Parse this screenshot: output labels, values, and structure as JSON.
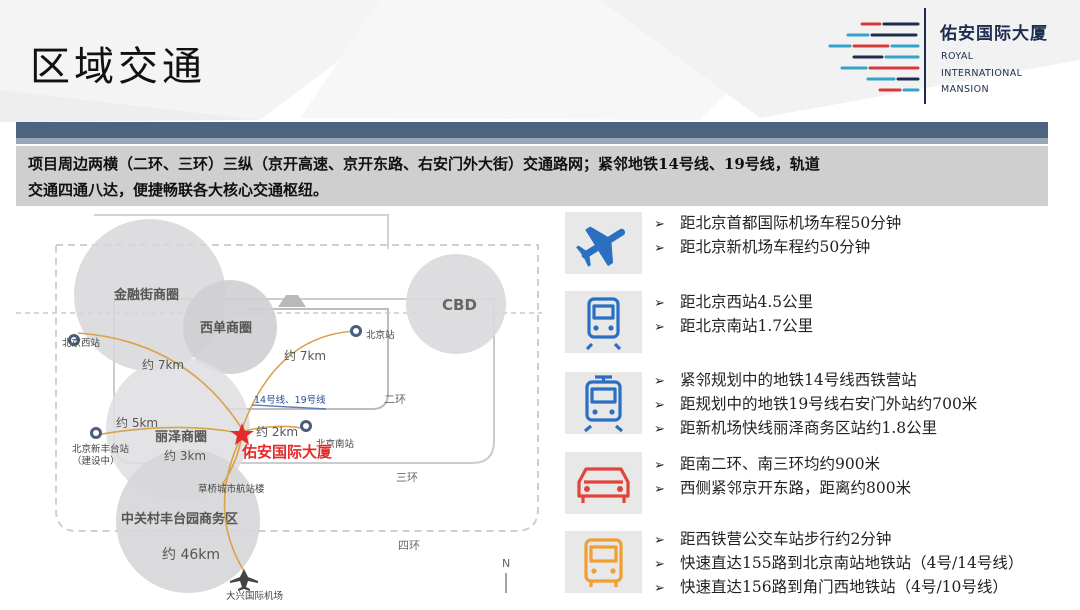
{
  "slide": {
    "title": "区域交通",
    "intro_lines": [
      "项目周边两横（二环、三环）三纵（京开高速、京开东路、右安门外大街）交通路网；紧邻地铁14号线、19号线，轨道",
      "交通四通八达，便捷畅联各大核心交通枢纽。"
    ]
  },
  "logo": {
    "name": "佑安国际大厦",
    "en_lines": [
      "ROYAL",
      "INTERNATIONAL",
      "MANSION"
    ]
  },
  "map": {
    "districts": [
      "金融街商圈",
      "西单商圈",
      "CBD",
      "丽泽商圈",
      "中关村丰台园商务区"
    ],
    "stations": [
      "北京西站",
      "北京站",
      "北京南站",
      "北京新丰台站",
      "（建设中）",
      "大兴国际机场",
      "草桥城市航站楼"
    ],
    "rings": [
      "二环",
      "三环",
      "四环"
    ],
    "distances": [
      "约 7km",
      "约 7km",
      "约 5km",
      "约 2km",
      "约 3km",
      "约 46km"
    ],
    "metro": "14号线、19号线",
    "project": "佑安国际大厦",
    "north": "N"
  },
  "transport": [
    {
      "icon": "airplane-icon",
      "lines": [
        "距北京首都国际机场车程50分钟",
        "距北京新机场车程约50分钟"
      ]
    },
    {
      "icon": "train-icon",
      "lines": [
        "距北京西站4.5公里",
        "距北京南站1.7公里"
      ]
    },
    {
      "icon": "subway-icon",
      "lines": [
        "紧邻规划中的地铁14号线西铁营站",
        "距规划中的地铁19号线右安门外站约700米",
        "距新机场快线丽泽商务区站约1.8公里"
      ]
    },
    {
      "icon": "car-icon",
      "lines": [
        "距南二环、南三环均约900米",
        "西侧紧邻京开东路，距离约800米"
      ]
    },
    {
      "icon": "bus-icon",
      "lines": [
        "距西铁营公交车站步行约2分钟",
        "快速直达155路到北京南站地铁站（4号/14号线）",
        "快速直达156路到角门西地铁站（4号/10号线）"
      ]
    }
  ],
  "bullet": "➢",
  "colors": {
    "band_dark": "#4e6380",
    "band_light": "#9aa7b8",
    "intro_bg": "#cfcfcf",
    "icon_blue": "#2a6fc2",
    "icon_red": "#e0443a",
    "icon_orange": "#f0a030",
    "project_red": "#e32b2b"
  }
}
